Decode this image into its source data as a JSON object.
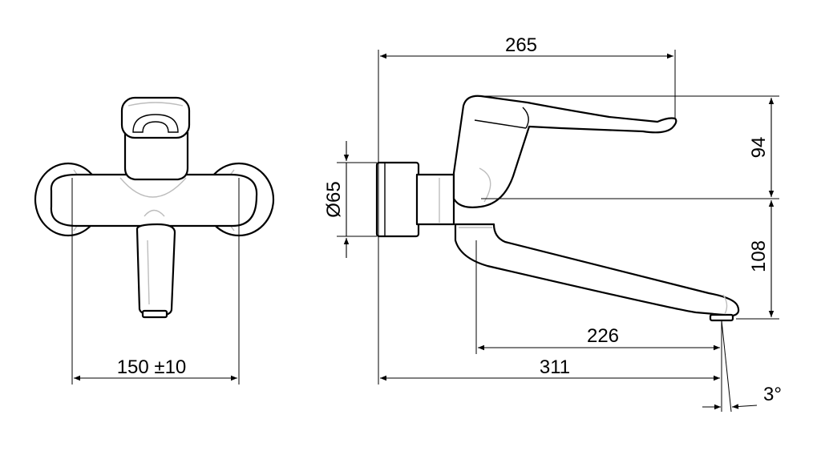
{
  "drawing": {
    "front_view": {
      "width_label": "150 ±10"
    },
    "side_view": {
      "reach_top_label": "265",
      "diameter_label": "Ø65",
      "handle_height_label": "94",
      "spout_drop_label": "108",
      "spout_inner_label": "226",
      "spout_overall_label": "311",
      "angle_label": "3°"
    }
  },
  "colors": {
    "line": "#000000",
    "shade": "#bdbdbd",
    "background": "#ffffff"
  }
}
